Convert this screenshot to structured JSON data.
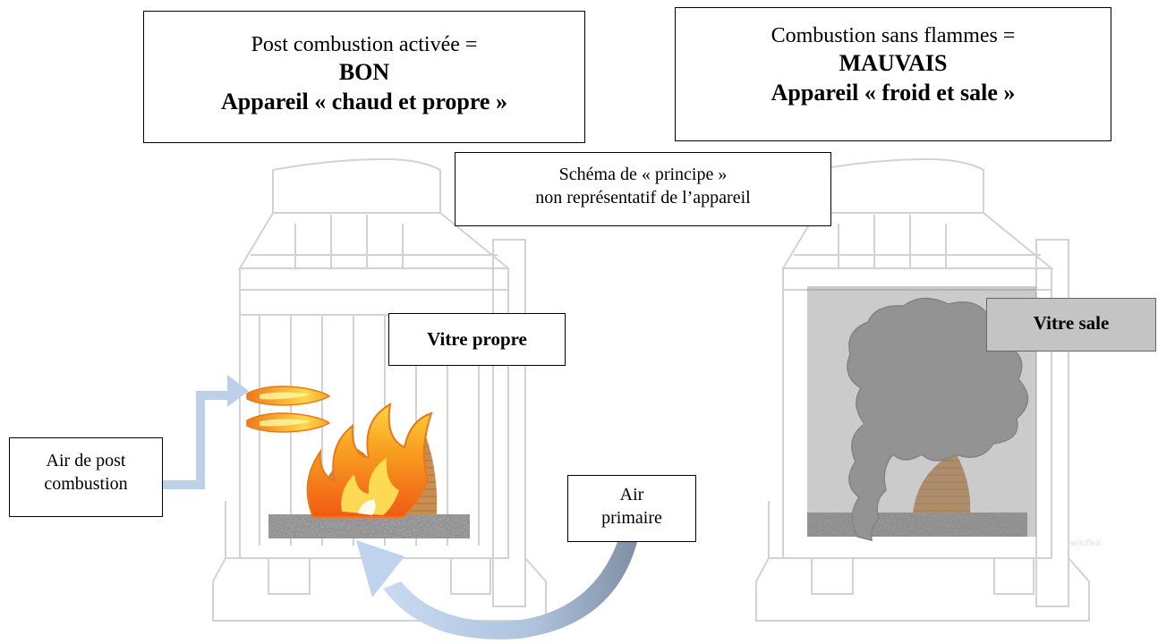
{
  "boxes": {
    "good": {
      "line1": "Post combustion activée =",
      "line2": "BON",
      "line3": "Appareil « chaud et propre »"
    },
    "bad": {
      "line1": "Combustion sans flammes =",
      "line2": "MAUVAIS",
      "line3": "Appareil « froid et sale »"
    },
    "schema_note": {
      "line1": "Schéma de « principe »",
      "line2": "non représentatif de l’appareil"
    },
    "clean_glass": "Vitre propre",
    "dirty_glass": "Vitre sale",
    "post_air": {
      "line1": "Air de post",
      "line2": "combustion"
    },
    "primary_air": {
      "line1": "Air",
      "line2": "primaire"
    }
  },
  "watermark": "wikiflex",
  "colors": {
    "stove_outline": "#d2d2d2",
    "arrow_blue": "#bcd0ea",
    "arrow_dark": "#8e9cb0",
    "flame_orange": "#f39a1c",
    "flame_yellow": "#fde04a",
    "wood": "#c98f52",
    "smoke": "#9a9a9a",
    "dirty_glass": "#8c8c8c"
  },
  "icons": [
    "stove-icon",
    "flame-icon",
    "wood-log-icon",
    "granite-base-icon",
    "smoke-cloud-icon",
    "air-arrow-icon"
  ]
}
